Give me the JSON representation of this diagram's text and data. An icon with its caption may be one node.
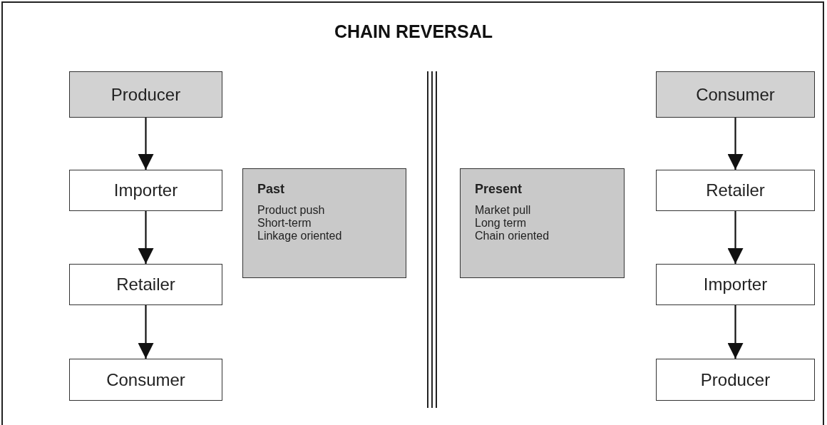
{
  "diagram": {
    "title": "CHAIN REVERSAL",
    "nodes": [
      {
        "text": [
          "Producer"
        ]
      },
      {
        "text": [
          "Importer"
        ]
      },
      {
        "text": [
          "Retailer"
        ]
      },
      {
        "text": [
          "Consumer"
        ]
      },
      {
        "text": [
          "Past",
          "Product push",
          "Short-term",
          "Linkage oriented"
        ]
      },
      {
        "text": [
          "Present",
          "Market pull",
          "Long term",
          "Chain oriented"
        ]
      },
      {
        "text": [
          "Consumer"
        ]
      },
      {
        "text": [
          "Retailer"
        ]
      },
      {
        "text": [
          "Importer"
        ]
      },
      {
        "text": [
          "Producer"
        ]
      }
    ],
    "edges": [
      {
        "from": 0,
        "to": 1,
        "arrow": "to"
      },
      {
        "from": 1,
        "to": 2,
        "arrow": "to"
      },
      {
        "from": 2,
        "to": 3,
        "arrow": "to"
      },
      {
        "from": 6,
        "to": 7,
        "arrow": "to"
      },
      {
        "from": 7,
        "to": 8,
        "arrow": "to"
      },
      {
        "from": 8,
        "to": 9,
        "arrow": "to"
      }
    ]
  }
}
